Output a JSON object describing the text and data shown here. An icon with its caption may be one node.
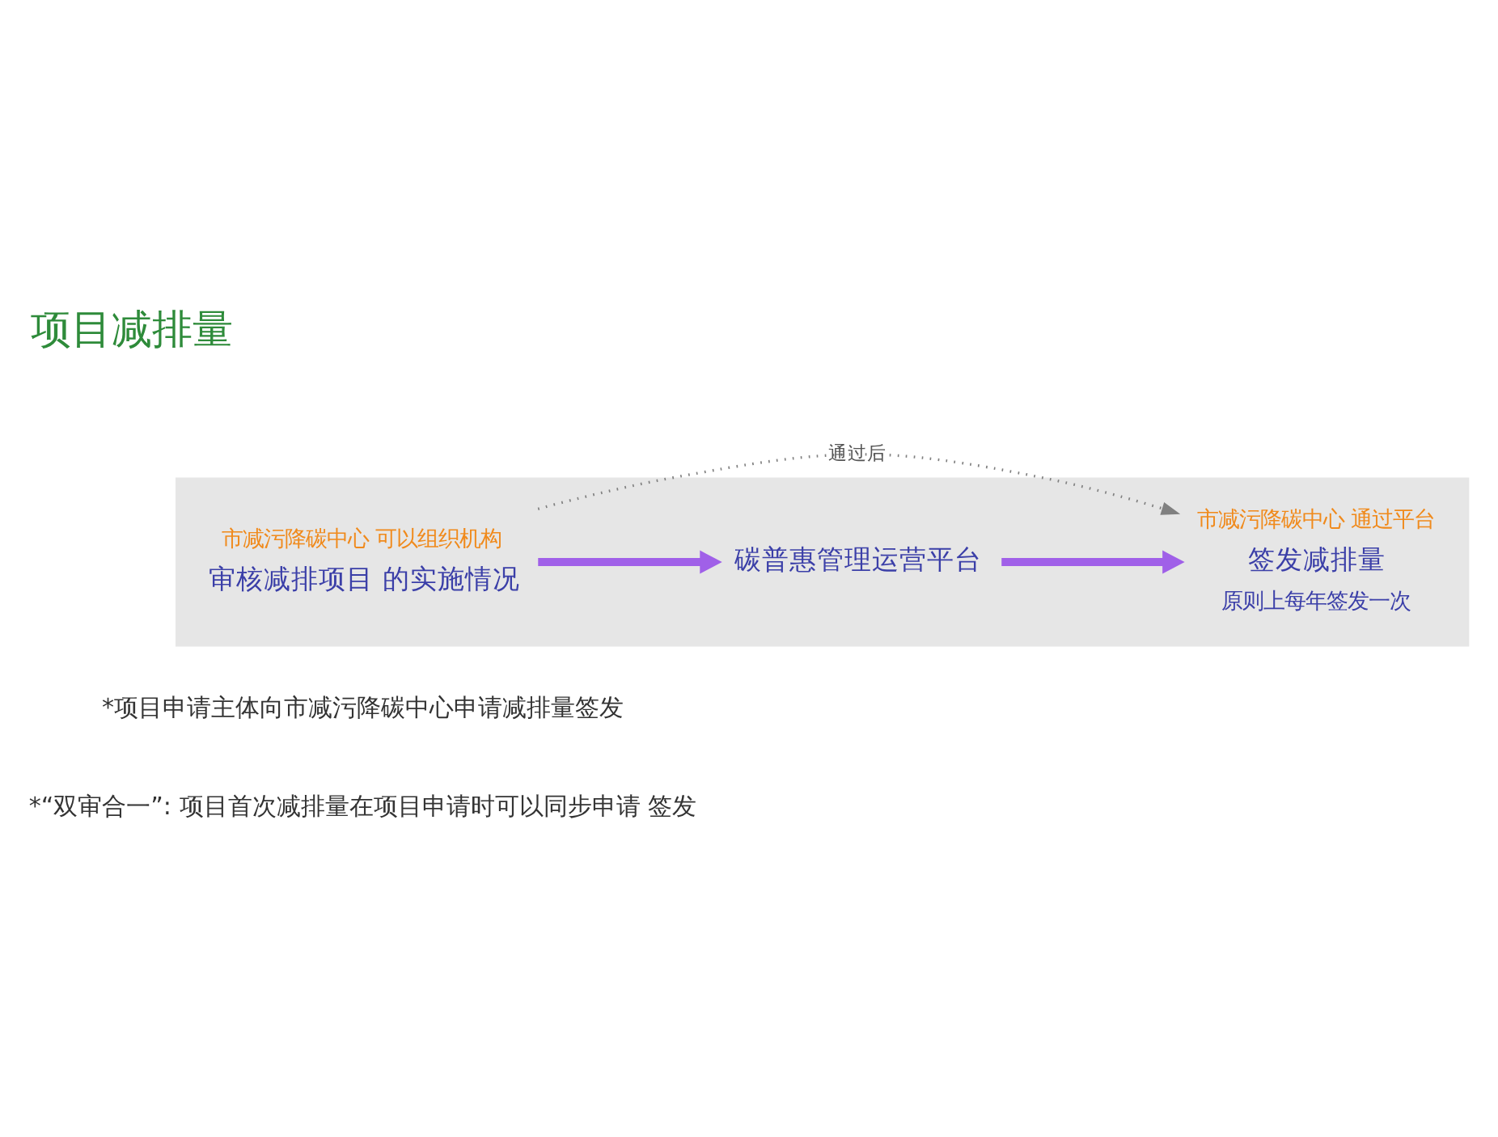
{
  "diagram": {
    "title": "项目减排量",
    "nodes": [
      {
        "text": [],
        "shape": "box"
      },
      {
        "text": [
          "市减污降碳中心 可以组织机构",
          "审核减排项目 的实施情况"
        ],
        "in": 0
      },
      {
        "text": [
          "碳普惠管理运营平台"
        ],
        "in": 0
      },
      {
        "text": [
          "市减污降碳中心 通过平台",
          "签发减排量",
          "原则上每年签发一次"
        ],
        "in": 0
      }
    ],
    "edges": [
      {
        "from": 1,
        "to": 2,
        "arrow": "to"
      },
      {
        "from": 2,
        "to": 3,
        "arrow": "to"
      },
      {
        "from": 1,
        "to": 3,
        "arrow": "to",
        "label": "通过后",
        "style": "dashed",
        "color": "#808080"
      }
    ],
    "labels": [
      "*项目申请主体向市减污降碳中心申请减排量签发",
      "*“双审合一”: 项目首次减排量在项目申请时可以同步申请 签发"
    ]
  }
}
